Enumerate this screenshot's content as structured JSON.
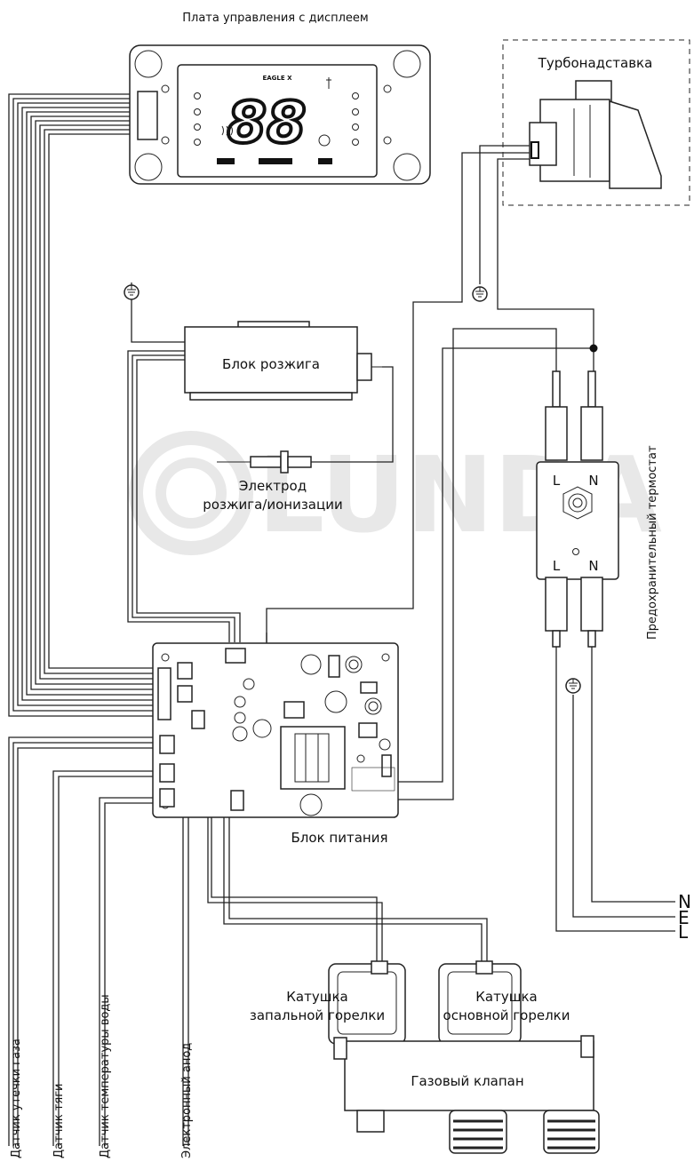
{
  "watermark": "LUNDA",
  "display_board": {
    "title": "Плата управления с дисплеем",
    "brand": "EAGLE X",
    "digits": "88"
  },
  "turbo": {
    "label": "Турбонадставка"
  },
  "ignition_block": {
    "label": "Блок розжига"
  },
  "electrode": {
    "label_line1": "Электрод",
    "label_line2": "розжига/ионизации"
  },
  "thermostat": {
    "label": "Предохранительный термостат",
    "terminals": [
      "L",
      "N",
      "L",
      "N"
    ]
  },
  "power_block": {
    "label": "Блок питания"
  },
  "mains": [
    "N",
    "E",
    "L"
  ],
  "coil_pilot": {
    "line1": "Катушка",
    "line2": "запальной горелки"
  },
  "coil_main": {
    "line1": "Катушка",
    "line2": "основной горелки"
  },
  "gas_valve": {
    "label": "Газовый клапан"
  },
  "sensors": [
    "Датчик утечки газа",
    "Датчик тяги",
    "Датчик температуры воды",
    "Электронный анод"
  ]
}
